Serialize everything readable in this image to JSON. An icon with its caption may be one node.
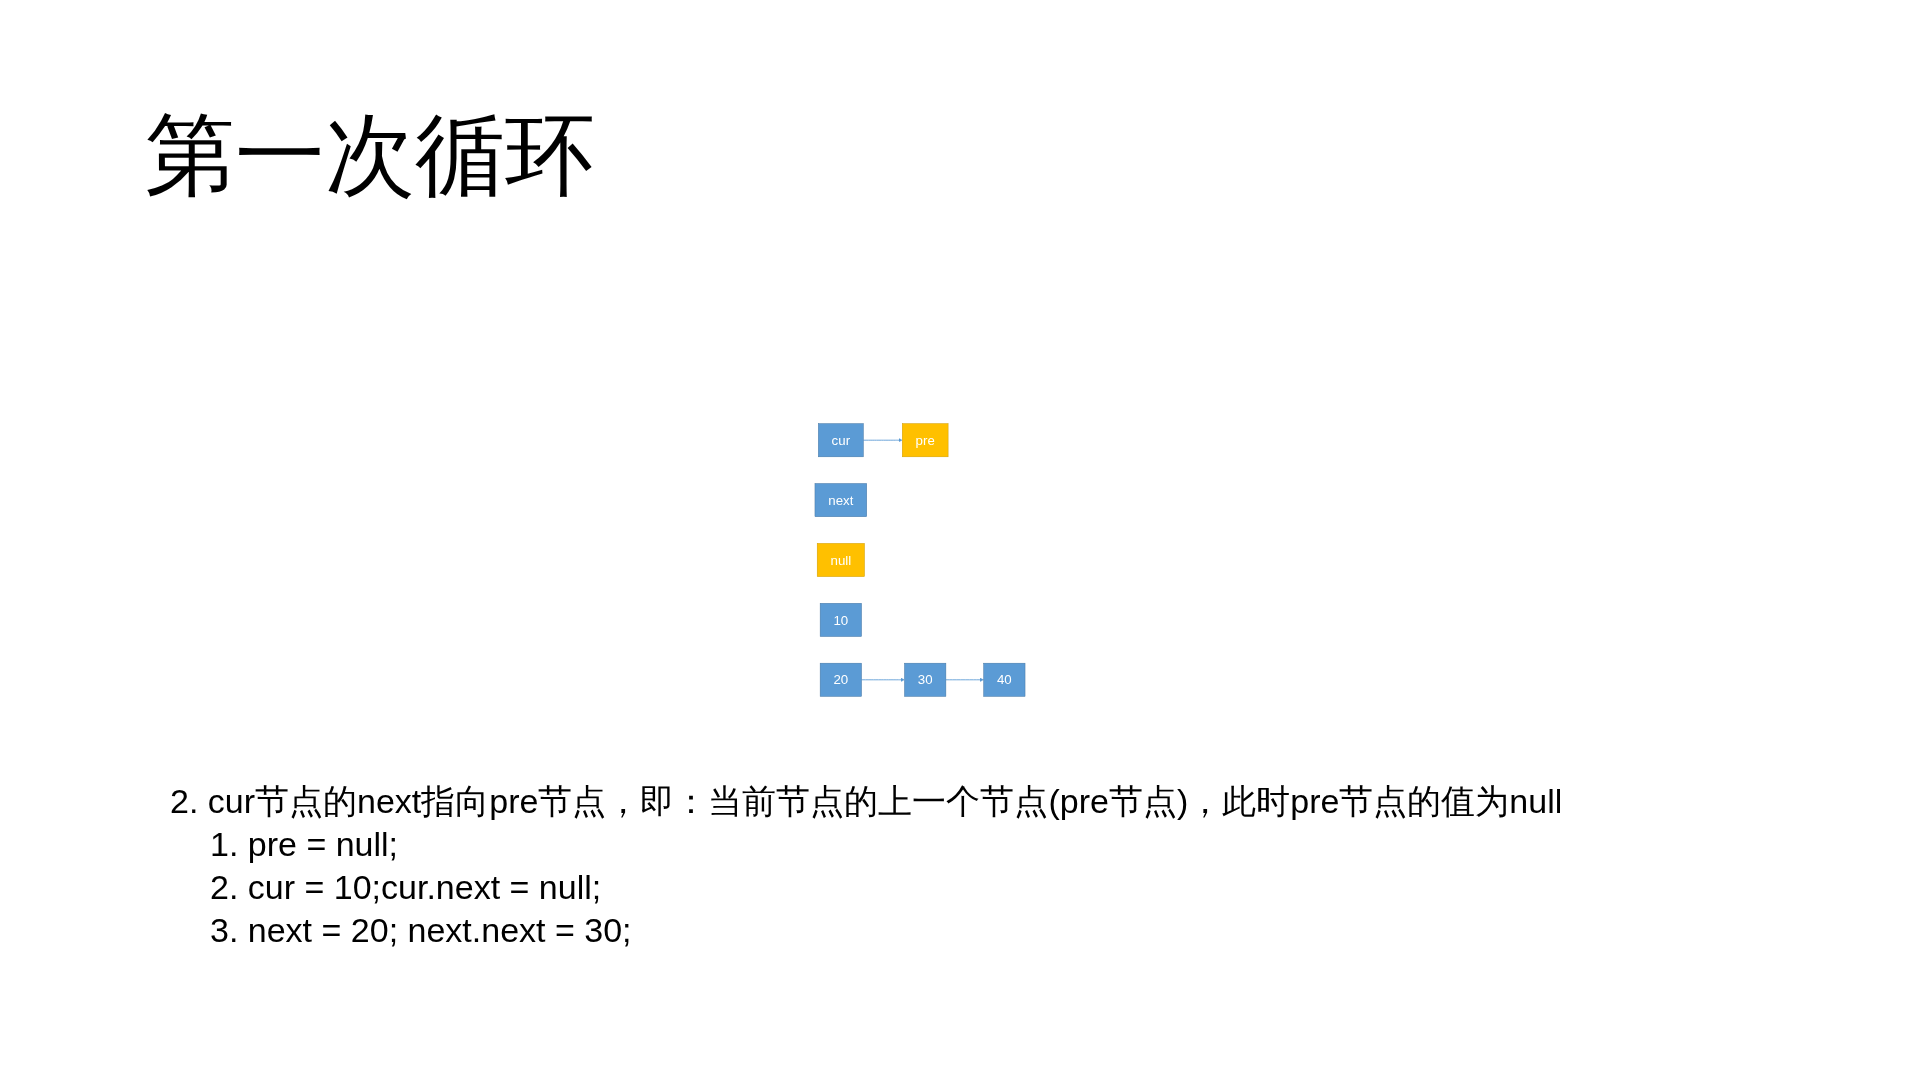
{
  "diagram": {
    "title": "第一次循环",
    "nodes": [
      {
        "text": [
          "pre"
        ]
      },
      {
        "text": [
          "cur"
        ]
      },
      {
        "text": [
          "next"
        ]
      },
      {
        "text": [
          "null"
        ]
      },
      {
        "text": [
          "10"
        ]
      },
      {
        "text": [
          "20"
        ]
      },
      {
        "text": [
          "30"
        ]
      },
      {
        "text": [
          "40"
        ]
      }
    ],
    "edges": [
      {
        "from": 1,
        "to": 0,
        "arrow": "to"
      },
      {
        "from": 5,
        "to": 6,
        "arrow": "to"
      },
      {
        "from": 6,
        "to": 7,
        "arrow": "to"
      }
    ],
    "labels": [
      "2. cur节点的next指向pre节点，即：当前节点的上一个节点(pre节点)，此时pre节点的值为null",
      "1. pre = null;",
      "2. cur = 10;cur.next = null;",
      "3. next = 20; next.next = 30;"
    ]
  }
}
